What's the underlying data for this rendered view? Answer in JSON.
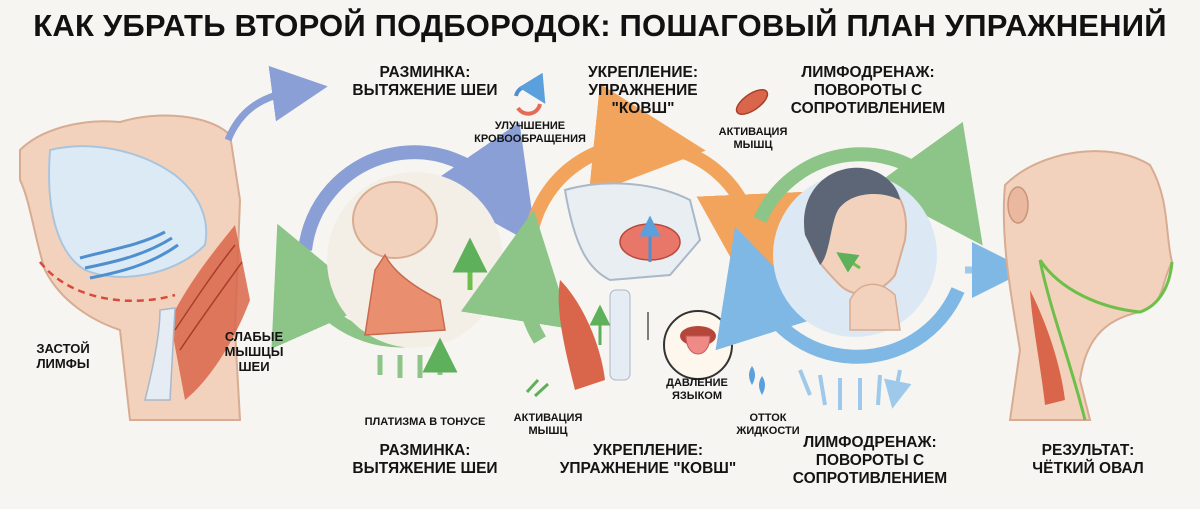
{
  "title": "КАК УБРАТЬ ВТОРОЙ ПОДБОРОДОК: ПОШАГОВЫЙ ПЛАН УПРАЖНЕНИЙ",
  "top_labels": {
    "warmup": [
      "РАЗМИНКА:",
      "ВЫТЯЖЕНИЕ ШЕИ"
    ],
    "strength": [
      "УКРЕПЛЕНИЕ:",
      "УПРАЖНЕНИЕ",
      "\"КОВШ\""
    ],
    "lymph": [
      "ЛИМФОДРЕНАЖ:",
      "ПОВОРОТЫ С",
      "СОПРОТИВЛЕНИЕМ"
    ]
  },
  "callouts": {
    "circulation": [
      "УЛУЧШЕНИЕ",
      "КРОВООБРАЩЕНИЯ"
    ],
    "activation_top": [
      "АКТИВАЦИЯ",
      "МЫШЦ"
    ],
    "activation_bottom": [
      "АКТИВАЦИЯ",
      "МЫШЦ"
    ],
    "lymph_stasis": [
      "ЗАСТОЙ",
      "ЛИМФЫ"
    ],
    "weak_muscles": [
      "СЛАБЫЕ",
      "МЫШЦЫ",
      "ШЕИ"
    ],
    "platysma": "ПЛАТИЗМА В ТОНУСЕ",
    "tongue_pressure": [
      "ДАВЛЕНИЕ",
      "ЯЗЫКОМ"
    ],
    "fluid_outflow": [
      "ОТТОК",
      "ЖИДКОСТИ"
    ]
  },
  "bottom_labels": {
    "warmup": [
      "РАЗМИНКА:",
      "ВЫТЯЖЕНИЕ ШЕИ"
    ],
    "strength": [
      "УКРЕПЛЕНИЕ:",
      "УПРАЖНЕНИЕ \"КОВШ\""
    ],
    "lymph": [
      "ЛИМФОДРЕНАЖ:",
      "ПОВОРОТЫ С",
      "СОПРОТИВЛЕНИЕМ"
    ],
    "result": [
      "РЕЗУЛЬТАТ:",
      "ЧЁТКИЙ ОВАЛ"
    ]
  },
  "colors": {
    "cycle_warmup": "#8a9fd6",
    "cycle_strength": "#f2a45c",
    "cycle_lymph": "#7fb8e4",
    "cycle_green": "#8cc587",
    "muscle": "#d9664b",
    "skin": "#f3d2bd",
    "contour": "#6cc04a"
  },
  "icons": [
    "circulation-cycle-icon",
    "muscle-icon",
    "water-drops-icon",
    "tongue-icon"
  ]
}
